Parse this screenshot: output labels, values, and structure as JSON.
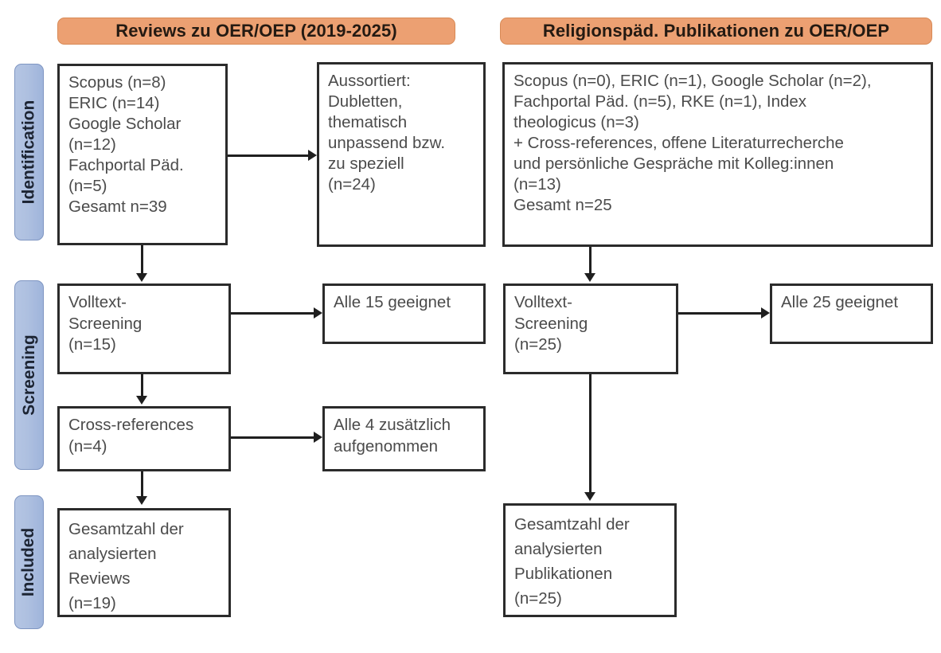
{
  "figure": {
    "type": "prisma-flow-diagram",
    "background_color": "#ffffff",
    "header_color": "#eca072",
    "stage_pill_color": "#aec0e0",
    "box_border_color": "#2b2b2b",
    "text_color": "#4b4b4b"
  },
  "stages": [
    {
      "label": "Identification"
    },
    {
      "label": "Screening"
    },
    {
      "label": "Included"
    }
  ],
  "columns": [
    {
      "header": "Reviews zu OER/OEP (2019-2025)"
    },
    {
      "header": "Religionspäd. Publikationen zu OER/OEP"
    }
  ],
  "left_column": {
    "identification_sources": "Scopus (n=8)\nERIC (n=14)\nGoogle Scholar\n(n=12)\nFachportal Päd.\n(n=5)\nGesamt n=39",
    "excluded": "Aussortiert:\nDubletten,\nthematisch\nunpassend bzw.\nzu speziell\n(n=24)",
    "fulltext_screening": "Volltext-\nScreening\n(n=15)",
    "fulltext_result": "Alle 15 geeignet",
    "cross_references": "Cross-references\n(n=4)",
    "cross_references_result": "Alle 4 zusätzlich\naufgenommen",
    "included_total": "Gesamtzahl der\nanalysierten\nReviews\n(n=19)"
  },
  "right_column": {
    "identification_sources": "Scopus (n=0), ERIC (n=1), Google Scholar (n=2),\nFachportal Päd. (n=5), RKE (n=1), Index\ntheologicus (n=3)\n+ Cross-references, offene Literaturrecherche\nund persönliche Gespräche mit Kolleg:innen\n(n=13)\nGesamt n=25",
    "fulltext_screening": "Volltext-\nScreening\n(n=25)",
    "fulltext_result": "Alle 25 geeignet",
    "included_total": "Gesamtzahl der\nanalysierten\nPublikationen\n(n=25)"
  },
  "counts": {
    "left_scopus": 8,
    "left_eric": 14,
    "left_google_scholar": 12,
    "left_fachportal": 5,
    "left_total": 39,
    "left_excluded": 24,
    "left_fulltext": 15,
    "left_cross_references": 4,
    "left_included": 19,
    "right_scopus": 0,
    "right_eric": 1,
    "right_google_scholar": 2,
    "right_fachportal": 5,
    "right_rke": 1,
    "right_index_theologicus": 3,
    "right_other_sources": 13,
    "right_total": 25,
    "right_fulltext": 25,
    "right_included": 25
  }
}
